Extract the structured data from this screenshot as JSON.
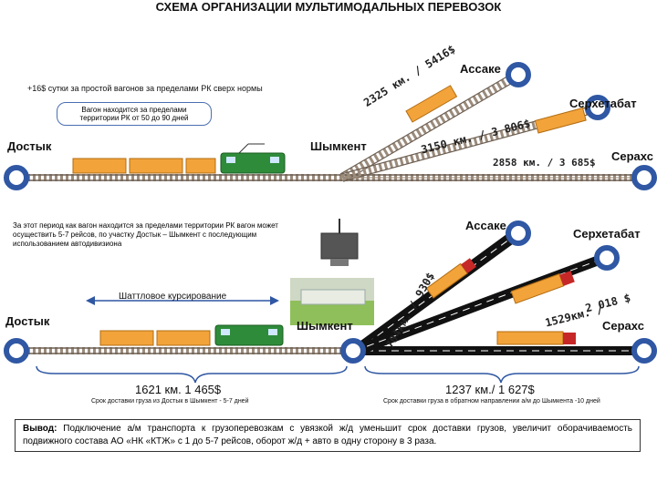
{
  "title": "СХЕМА ОРГАНИЗАЦИИ МУЛЬТИМОДАЛЬНЫХ ПЕРЕВОЗОК",
  "top": {
    "penalty_note": "+16$ сутки за простой вагонов за пределами РК сверх нормы",
    "callout": "Вагон находится за пределами территории РК от 50 до 90 дней",
    "dostyk": "Достык",
    "shymkent": "Шымкент",
    "assake": "Ассаке",
    "serkhetabat": "Серхетабат",
    "serakhs": "Серахс",
    "dist_assake": "2325 км. / 5416$",
    "dist_serkhetabat": "3150 км. / 3 806$",
    "dist_serakhs": "2858 км. / 3 685$"
  },
  "bottom": {
    "note": "За этот период как вагон находится за пределами территории РК вагон может осуществить 5-7 рейсов, по участку Достык – Шымкент с последующим использованием автодивизиона",
    "shuttle": "Шаттловое курсирование",
    "dostyk": "Достык",
    "shymkent": "Шымкент",
    "assake": "Ассаке",
    "serkhetabat": "Серхетабат",
    "serakhs": "Серахс",
    "dist_assake": "704км. / 930$",
    "dist_serkhetabat": "2 018 $",
    "dist_serakhs": "1529км. /",
    "rail_total": "1621 км. 1 465$",
    "rail_caption": "Срок доставки груза из Достык в Шымкент - 5-7 дней",
    "road_total": "1237 км./ 1 627$",
    "road_caption": "Срок доставки груза в обратном направлении а/м до Шымкента -10 дней"
  },
  "conclusion": {
    "label": "Вывод:",
    "text": "Подключение а/м транспорта к грузоперевозкам с увязкой ж/д уменьшит срок доставки грузов, увеличит оборачиваемость подвижного состава АО «НК «КТЖ» с 1 до 5-7 рейсов, оборот ж/д + авто в одну сторону в 3 раза."
  },
  "colors": {
    "node": "#2f57a3",
    "container": "#f2a33a",
    "loco": "#2e8b3a",
    "track": "#8a7a6a",
    "road": "#111111",
    "truck_cab": "#c62828"
  }
}
